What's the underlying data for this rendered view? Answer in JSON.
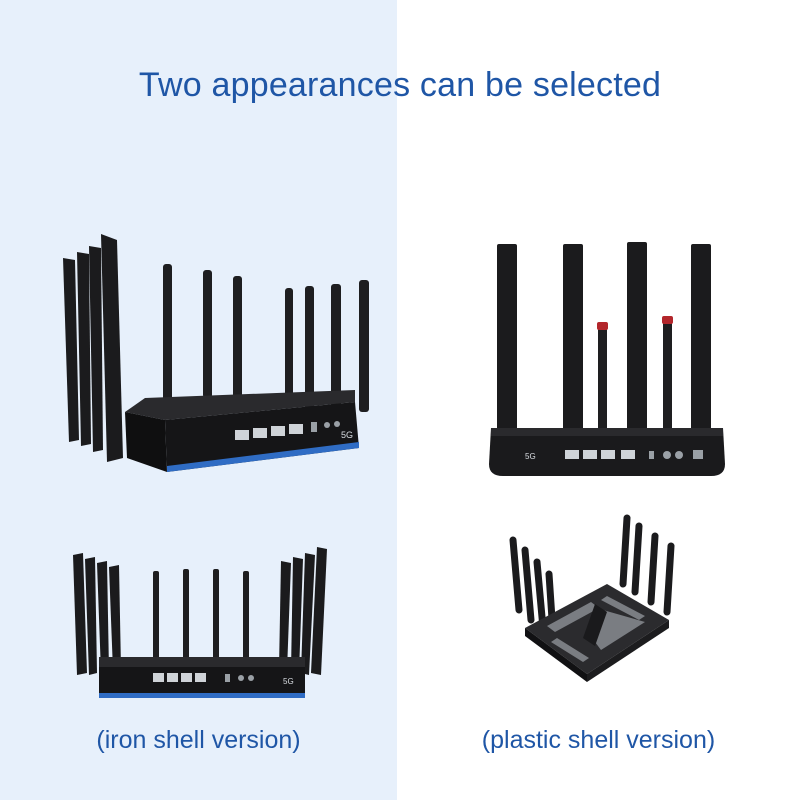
{
  "headline": "Two appearances can be selected",
  "captions": {
    "left": "(iron shell version)",
    "right": "(plastic shell version)"
  },
  "colors": {
    "left_background": "#e7f0fb",
    "text_blue": "#1f56a6",
    "accent_stripe": "#2f6cc4",
    "device_black": "#1b1b1d"
  }
}
